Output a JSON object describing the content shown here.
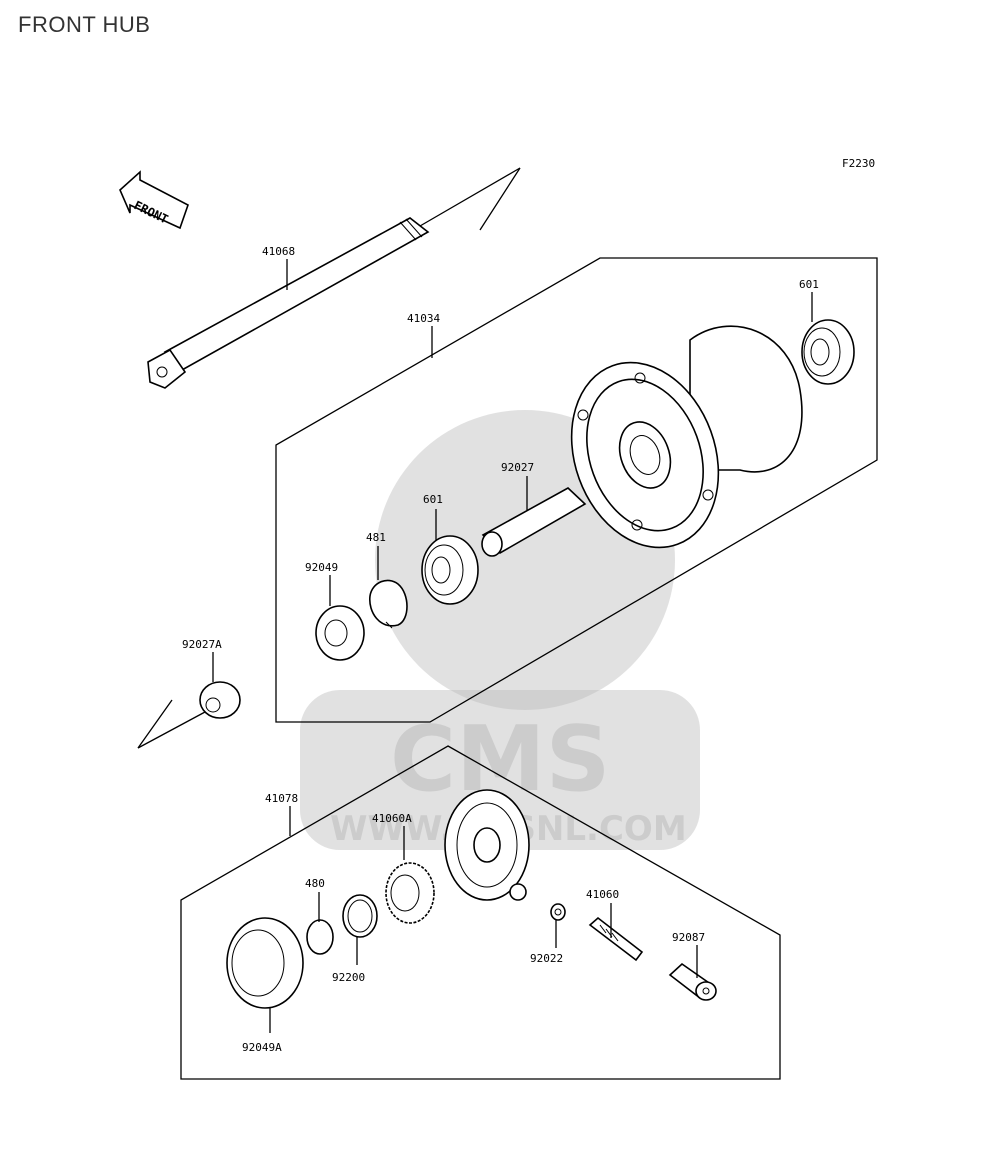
{
  "page": {
    "title": "FRONT HUB"
  },
  "diagram": {
    "ref_code": "F2230",
    "front_arrow": "FRONT",
    "watermark": {
      "brand": "CMS",
      "url": "WWW.CMSNL.COM"
    },
    "callouts": {
      "p41068": "41068",
      "p41034": "41034",
      "p601a": "601",
      "p92027": "92027",
      "p601b": "601",
      "p481": "481",
      "p92049": "92049",
      "p92027A": "92027A",
      "p41078": "41078",
      "p41060A": "41060A",
      "p480": "480",
      "p92200": "92200",
      "p92049A": "92049A",
      "p41060": "41060",
      "p92022": "92022",
      "p92087": "92087"
    }
  }
}
